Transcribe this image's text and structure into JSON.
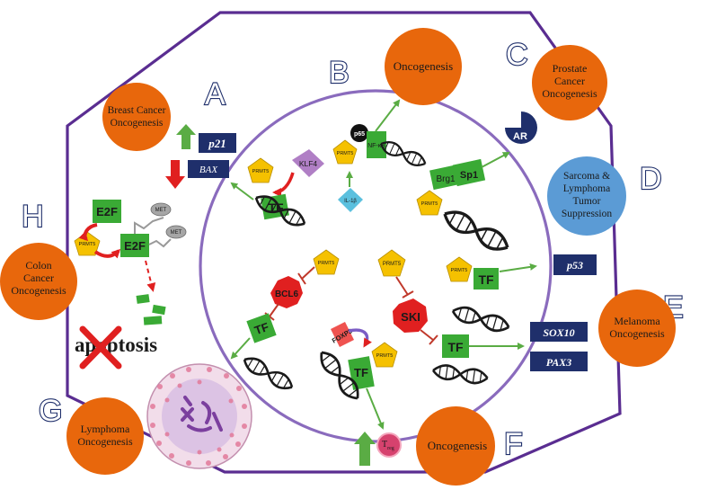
{
  "panels": [
    "A",
    "B",
    "C",
    "D",
    "E",
    "F",
    "G",
    "H"
  ],
  "outcomes": {
    "breast": [
      "Breast Cancer",
      "Oncogenesis"
    ],
    "oncogenesis_top": [
      "Oncogenesis"
    ],
    "prostate": [
      "Prostate",
      "Cancer",
      "Oncogenesis"
    ],
    "sarcoma": [
      "Sarcoma &",
      "Lymphoma",
      "Tumor",
      "Suppression"
    ],
    "melanoma": [
      "Melanoma",
      "Oncogenesis"
    ],
    "oncogenesis_bottom": [
      "Oncogenesis"
    ],
    "lymphoma": [
      "Lymphoma",
      "Oncogenesis"
    ],
    "colon": [
      "Colon",
      "Cancer",
      "Oncogenesis"
    ]
  },
  "labels": {
    "p21": "p21",
    "bax": "BAX",
    "p53": "p53",
    "sox10": "SOX10",
    "pax3": "PAX3",
    "ar": "AR",
    "prmt5": "PRMT5",
    "klf4": "KLF4",
    "tf": "TF",
    "e2f": "E2F",
    "met": "MET",
    "bcl6": "BCL6",
    "foxp3": "FOXP3",
    "ski": "SKI",
    "brg1": "Brg1",
    "sp1": "Sp1",
    "p65": "p65",
    "nfkb": "NF-κB",
    "il1b": "IL-1β",
    "apoptosis": "apoptosis",
    "treg_main": "T",
    "treg_sub": "reg"
  },
  "colors": {
    "hexagon": "#5a2d91",
    "cell_border": "#8a6bbd",
    "orange": "#e8670c",
    "blue_outcome": "#5b9bd5",
    "dark_box": "#1f2f6b",
    "green_tf": "#3aaa35",
    "yellow_prmt5": "#f5c100",
    "red_inhibitor": "#e02020",
    "dna": "#1a1a1a",
    "arrow_green": "#5aac44"
  }
}
